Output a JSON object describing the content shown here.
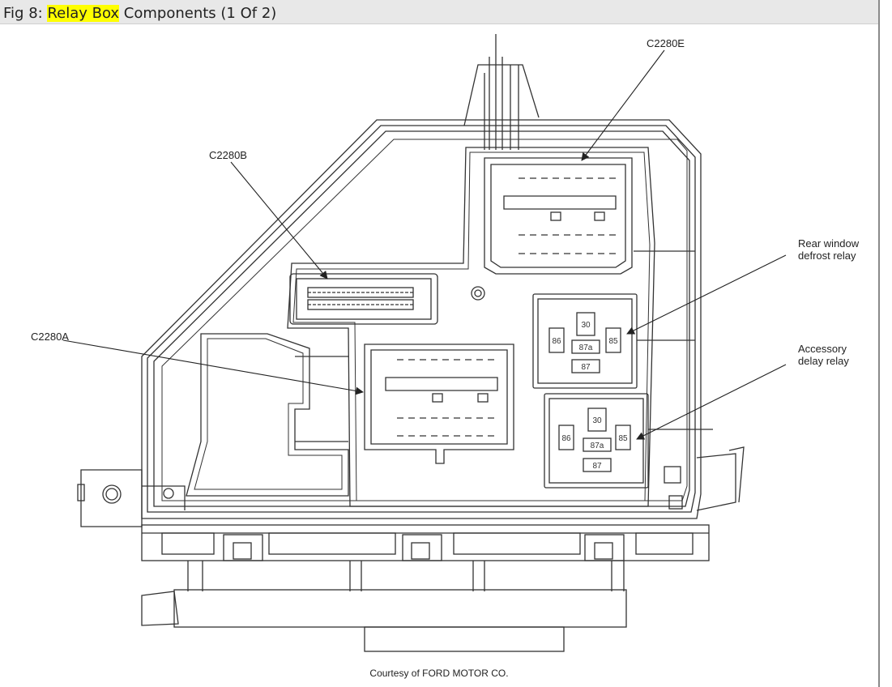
{
  "header": {
    "fig_label": "Fig 8: ",
    "title_highlight": "Relay Box",
    "title_rest": " Components (1 Of 2)"
  },
  "labels": {
    "c2280e": "C2280E",
    "c2280b": "C2280B",
    "c2280a": "C2280A",
    "rear_line1": "Rear window",
    "rear_line2": "defrost relay",
    "acc_line1": "Accessory",
    "acc_line2": "delay relay"
  },
  "relay_pins": {
    "p30": "30",
    "p86": "86",
    "p87a": "87a",
    "p85": "85",
    "p87": "87"
  },
  "credit": "Courtesy of FORD MOTOR CO.",
  "colors": {
    "highlight": "#ffff00",
    "line": "#333333",
    "header_bg": "#e8e8e8"
  }
}
